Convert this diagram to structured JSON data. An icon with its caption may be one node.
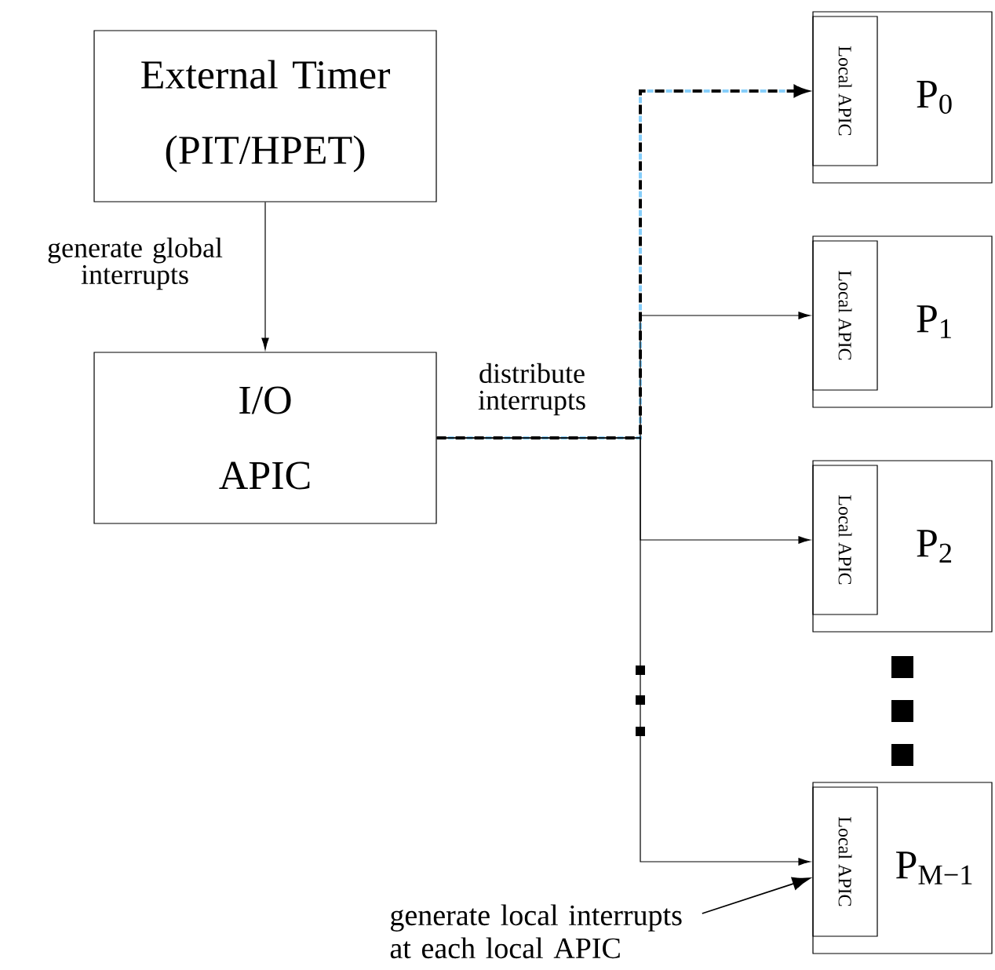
{
  "diagram": {
    "nodes": [
      {
        "text": [
          "External Timer (PIT/HPET)"
        ]
      },
      {
        "text": [
          "I/O APIC"
        ]
      },
      {
        "text": [
          "P$_{0}$"
        ]
      },
      {
        "text": [
          "Local APIC"
        ],
        "in": 2
      },
      {
        "text": [
          "P$_{1}$"
        ]
      },
      {
        "text": [
          "Local APIC"
        ],
        "in": 4
      },
      {
        "text": [
          "P$_{2}$"
        ]
      },
      {
        "text": [
          "Local APIC"
        ],
        "in": 6
      },
      {
        "text": [
          "P$_{M−1}$"
        ]
      },
      {
        "text": [
          "Local APIC"
        ],
        "in": 8
      },
      {
        "text": [
          "generate local interrupts at each local APIC"
        ]
      }
    ],
    "edges": [
      {
        "from": 0,
        "to": 1,
        "arrow": "to",
        "label": "generate global interrupts"
      },
      {
        "from": 1,
        "to": 3,
        "arrow": "to",
        "label": "distribute interrupts",
        "style": "dashed",
        "color": "#87cefa"
      },
      {
        "from": 1,
        "to": 5,
        "arrow": "to"
      },
      {
        "from": 1,
        "to": 7,
        "arrow": "to"
      },
      {
        "from": 1,
        "to": 9,
        "arrow": "to"
      },
      {
        "from": 10,
        "to": 9,
        "arrow": "to"
      }
    ]
  }
}
